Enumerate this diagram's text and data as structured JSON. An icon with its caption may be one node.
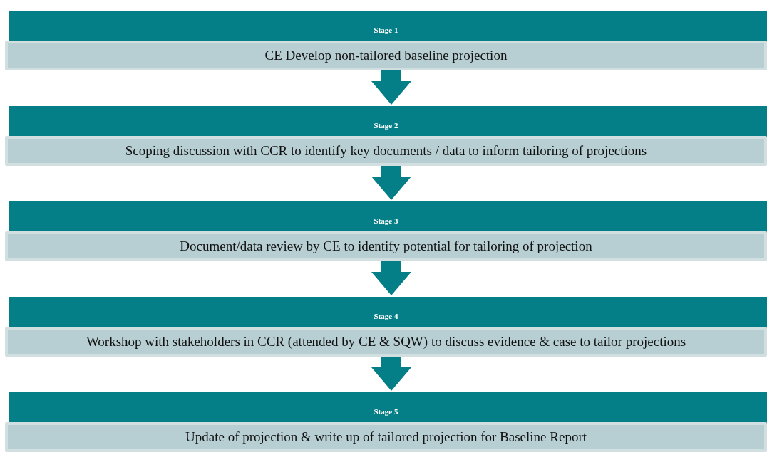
{
  "diagram": {
    "nodes": [
      {
        "text": [
          "Stage 1",
          "CE Develop non-tailored baseline projection"
        ]
      },
      {
        "text": [
          "Stage 2",
          "Scoping discussion with CCR to identify key documents / data to inform tailoring of projections"
        ]
      },
      {
        "text": [
          "Stage 3",
          "Document/data review by CE to identify potential for tailoring of projection"
        ]
      },
      {
        "text": [
          "Stage 4",
          "Workshop with stakeholders in CCR (attended by CE & SQW) to discuss evidence & case to tailor projections"
        ]
      },
      {
        "text": [
          "Stage 5",
          "Update of projection & write up of tailored projection for Baseline Report"
        ]
      }
    ],
    "edges": [
      {
        "from": 0,
        "to": 1,
        "arrow": "to"
      },
      {
        "from": 1,
        "to": 2,
        "arrow": "to"
      },
      {
        "from": 2,
        "to": 3,
        "arrow": "to"
      },
      {
        "from": 3,
        "to": 4,
        "arrow": "to"
      }
    ]
  }
}
